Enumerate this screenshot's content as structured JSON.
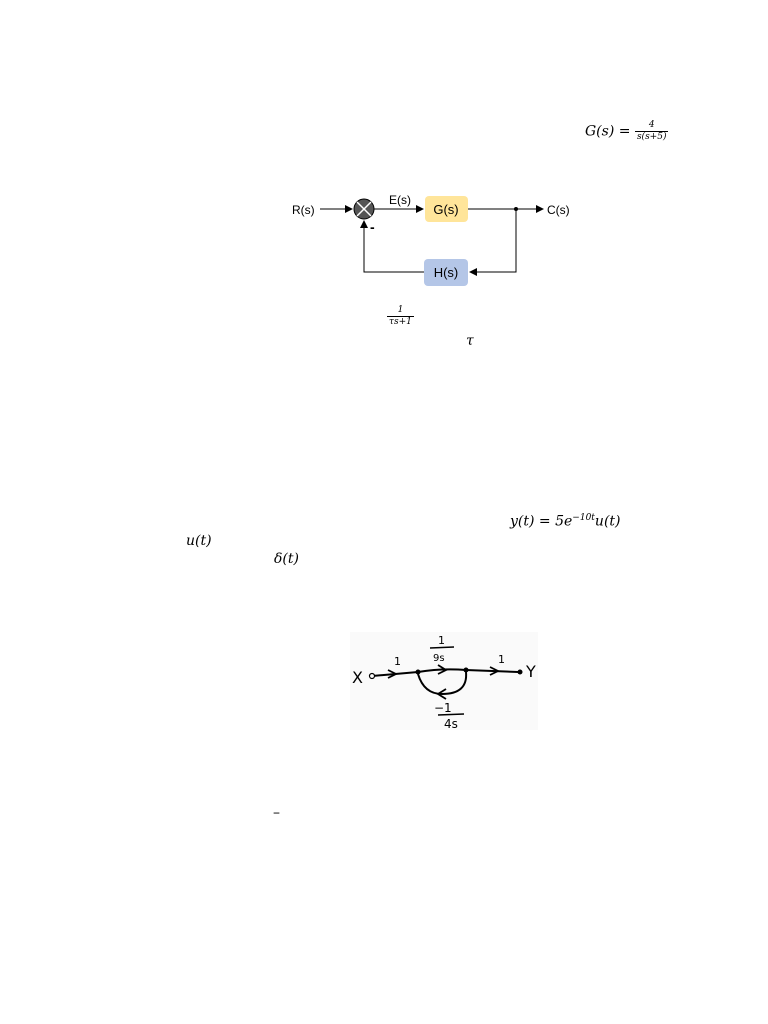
{
  "equation_gs": {
    "lhs": "G(s) = ",
    "num": "4",
    "den": "s(s+5)"
  },
  "block_diagram": {
    "input": "R(s)",
    "error": "E(s)",
    "forward_block": "G(s)",
    "output": "C(s)",
    "feedback_block": "H(s)",
    "minus_sign": "-",
    "colors": {
      "forward": "#FFE59A",
      "feedback": "#B4C6E7"
    }
  },
  "first_order": {
    "num": "1",
    "den": "τs+1"
  },
  "tau_symbol": "τ",
  "impulse_response": {
    "y": "y(t) = 5e",
    "exp": "−10t",
    "u": "u(t)"
  },
  "step_symbol": "u(t)",
  "impulse_symbol": "δ(t)",
  "signal_flow_graph": {
    "input_node": "X",
    "output_node": "Y",
    "gain_in": "1",
    "gain_out": "1",
    "forward_num": "1",
    "forward_den": "9s",
    "feedback_num": "−1",
    "feedback_den": "4s"
  },
  "dash": "–"
}
